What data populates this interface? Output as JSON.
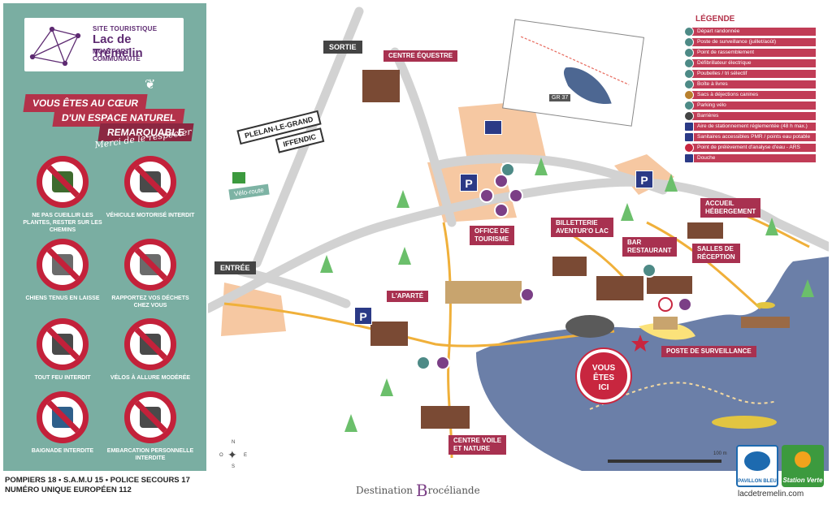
{
  "logo": {
    "site": "SITE TOURISTIQUE",
    "name": "Lac de Trémelin",
    "community_line1": "MONTFORT",
    "community_line2": "COMMUNAUTÉ"
  },
  "banner": {
    "line1": "VOUS ÊTES AU CŒUR",
    "line2": "D'UN ESPACE NATUREL",
    "line3": "REMARQUABLE",
    "thanks": "Merci de le respecter"
  },
  "rules": [
    {
      "icon": "plant-picking-icon",
      "text": "NE PAS CUEILLIR LES PLANTES, RESTER SUR LES CHEMINS"
    },
    {
      "icon": "motor-vehicle-icon",
      "text": "VÉHICULE MOTORISÉ INTERDIT"
    },
    {
      "icon": "leashed-dog-icon",
      "text": "CHIENS TENUS EN LAISSE"
    },
    {
      "icon": "litter-icon",
      "text": "RAPPORTEZ VOS DÉCHETS CHEZ VOUS"
    },
    {
      "icon": "fire-icon",
      "text": "TOUT FEU INTERDIT"
    },
    {
      "icon": "bicycle-icon",
      "text": "VÉLOS À ALLURE MODÉRÉE"
    },
    {
      "icon": "swimming-icon",
      "text": "BAIGNADE INTERDITE"
    },
    {
      "icon": "personal-boat-icon",
      "text": "EMBARCATION PERSONNELLE INTERDITE"
    }
  ],
  "legend": {
    "title": "LÉGENDE",
    "items": [
      {
        "label": "Départ randonnée",
        "color": "#4d8a86"
      },
      {
        "label": "Poste de surveillance (juillet/août)",
        "color": "#4d8a86"
      },
      {
        "label": "Point de rassemblement",
        "color": "#4d8a86"
      },
      {
        "label": "Défibrillateur électrique",
        "color": "#4d8a86"
      },
      {
        "label": "Poubelles / tri sélectif",
        "color": "#4d8a86"
      },
      {
        "label": "Boîte à livres",
        "color": "#4d8a86"
      },
      {
        "label": "Sacs à déjections canines",
        "color": "#4d8a86"
      },
      {
        "label": "Parking vélo",
        "color": "#4d8a86"
      },
      {
        "label": "Barrières",
        "color": "#4d8a86"
      },
      {
        "label": "Aire de stationnement réglementée (48 h max.)",
        "color": "#2b3a86"
      },
      {
        "label": "Sanitaires accessibles PMR / points eau potable",
        "color": "#2b3a86"
      },
      {
        "label": "Point de prélèvement d'analyse d'eau - ARS",
        "color": "#c8263f"
      },
      {
        "label": "Douche",
        "color": "#2b3a86"
      }
    ]
  },
  "places": {
    "sortie": "SORTIE",
    "entree": "ENTRÉE",
    "centre_equestre": "CENTRE ÉQUESTRE",
    "plelan": "PLELAN-LE-GRAND",
    "iffendic": "IFFENDIC",
    "velo_route": "Vélo-route",
    "office_line1": "OFFICE DE",
    "office_line2": "TOURISME",
    "billetterie_line1": "BILLETTERIE",
    "billetterie_line2": "AVENTUR'O LAC",
    "bar_line1": "BAR",
    "bar_line2": "RESTAURANT",
    "accueil_line1": "ACCUEIL",
    "accueil_line2": "HÉBERGEMENT",
    "salles_line1": "SALLES DE",
    "salles_line2": "RÉCEPTION",
    "aparte": "L'APARTÉ",
    "poste": "POSTE DE SURVEILLANCE",
    "centre_voile_line1": "CENTRE VOILE",
    "centre_voile_line2": "ET NATURE",
    "vous_line1": "VOUS",
    "vous_line2": "ÊTES",
    "vous_line3": "ICI",
    "gr37": "GR 37",
    "scale": "100 m"
  },
  "footer": {
    "emergency_line1": "POMPIERS 18 • S.A.M.U 15 • POLICE SECOURS 17",
    "emergency_line2": "NUMÉRO UNIQUE EUROPÉEN 112",
    "destination_a": "Destination",
    "destination_b": "B",
    "destination_c": "rocéliande",
    "url": "lacdetremelin.com",
    "pavillon": "PAVILLON BLEU",
    "station": "Station Verte"
  },
  "compass": {
    "n": "N",
    "s": "S",
    "e": "E",
    "o": "O"
  },
  "colors": {
    "panel": "#7aaea2",
    "accent": "#a83150",
    "lake": "#6b7fa8",
    "road": "#d2d2d2",
    "trail": "#f0b03a",
    "parking_area": "#f6c8a2"
  }
}
